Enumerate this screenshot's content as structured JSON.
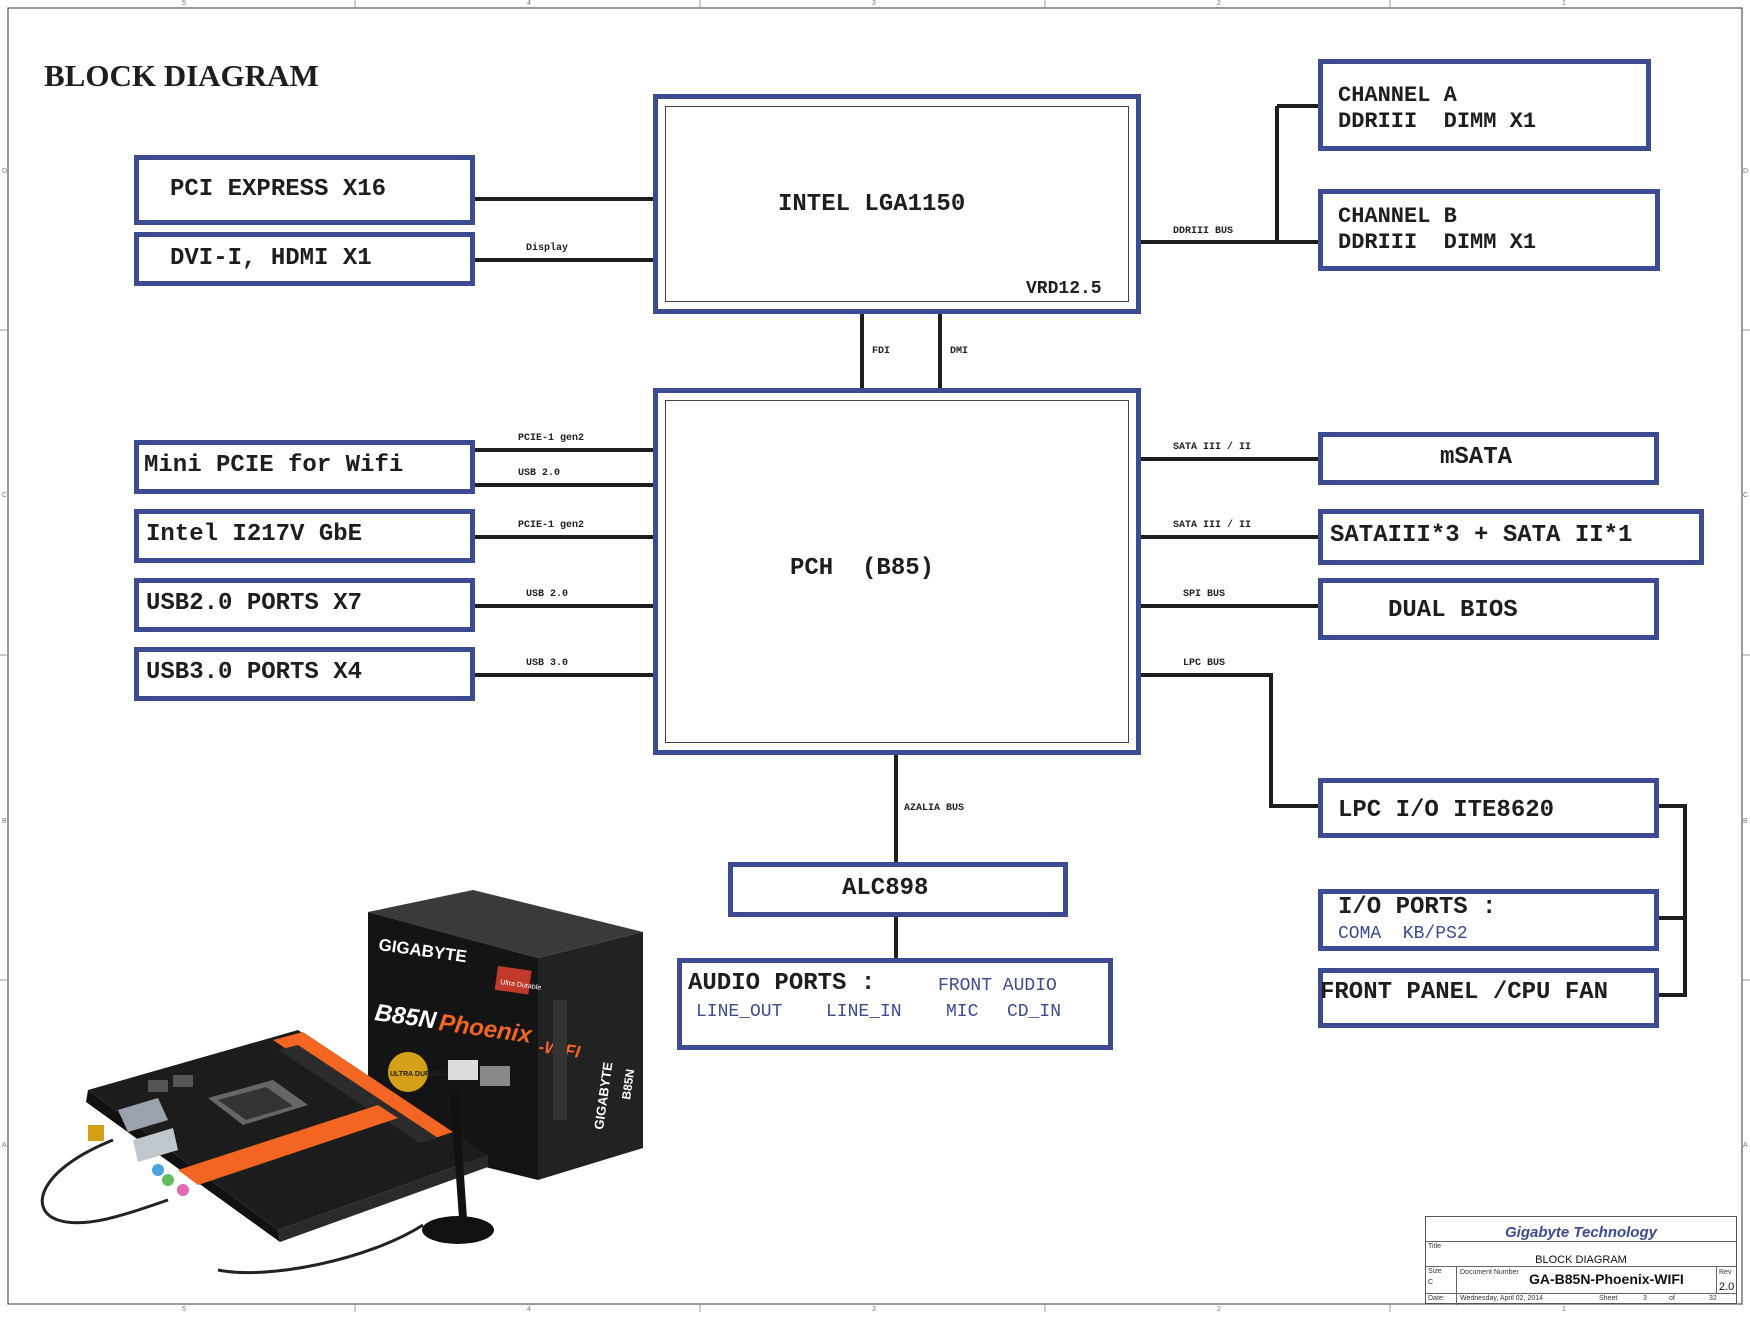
{
  "heading": "BLOCK DIAGRAM",
  "cpu": {
    "name": "INTEL LGA1150",
    "vrd": "VRD12.5"
  },
  "pch": {
    "name": "PCH  (B85)"
  },
  "left_blocks": {
    "pcie": "PCI EXPRESS X16",
    "dvi": "DVI-I, HDMI X1",
    "wifi": "Mini PCIE for Wifi",
    "gbe": "Intel I217V GbE",
    "usb2": "USB2.0 PORTS X7",
    "usb3": "USB3.0 PORTS X4"
  },
  "right_blocks": {
    "ch_a_l1": "CHANNEL A",
    "ch_a_l2": "DDRIII  DIMM X1",
    "ch_b_l1": "CHANNEL B",
    "ch_b_l2": "DDRIII  DIMM X1",
    "msata": "mSATA",
    "sata": "SATAIII*3 + SATA II*1",
    "bios": "DUAL BIOS",
    "lpc": "LPC I/O ITE8620",
    "io_l1": "I/O PORTS :",
    "io_l2": "COMA  KB/PS2",
    "front": "FRONT PANEL /CPU FAN"
  },
  "audio": {
    "codec": "ALC898",
    "ports_title": "AUDIO PORTS :",
    "front_audio": "FRONT AUDIO",
    "line_out": "LINE_OUT",
    "line_in": "LINE_IN",
    "mic": "MIC",
    "cd_in": "CD_IN"
  },
  "bus_labels": {
    "display": "Display",
    "ddriii": "DDRIII BUS",
    "fdi": "FDI",
    "dmi": "DMI",
    "pcie_wifi": "PCIE-1 gen2",
    "usb_wifi": "USB 2.0",
    "pcie_gbe": "PCIE-1 gen2",
    "usb2": "USB 2.0",
    "usb3": "USB 3.0",
    "sata_msata": "SATA III / II",
    "sata_ports": "SATA III / II",
    "spi": "SPI BUS",
    "lpc": "LPC BUS",
    "azalia": "AZALIA BUS"
  },
  "border_ticks": {
    "top": [
      "5",
      "4",
      "3",
      "2",
      "1"
    ],
    "side": [
      "D",
      "C",
      "B",
      "A"
    ]
  },
  "title_block": {
    "company": "Gigabyte Technology",
    "title_label": "Title",
    "title": "BLOCK DIAGRAM",
    "size_label": "Size",
    "size": "C",
    "docnum_label": "Document Number",
    "docnum": "GA-B85N-Phoenix-WIFI",
    "rev_label": "Rev",
    "rev": "2.0",
    "date_label": "Date:",
    "date": "Wednesday, April 02, 2014",
    "sheet_label": "Sheet",
    "sheet": "3",
    "of_label": "of",
    "total": "32"
  },
  "product_image": {
    "brand": "GIGABYTE",
    "model": "B85N",
    "name": "Phoenix",
    "suffix": "-WIFI",
    "badge": "Ultra Durable",
    "feature": "ULTRA DURABLE 4"
  },
  "colors": {
    "box_border": "#3d4b92",
    "wire": "#1e1e1e",
    "title_blue": "#3d4b92",
    "product_orange": "#f26522"
  }
}
